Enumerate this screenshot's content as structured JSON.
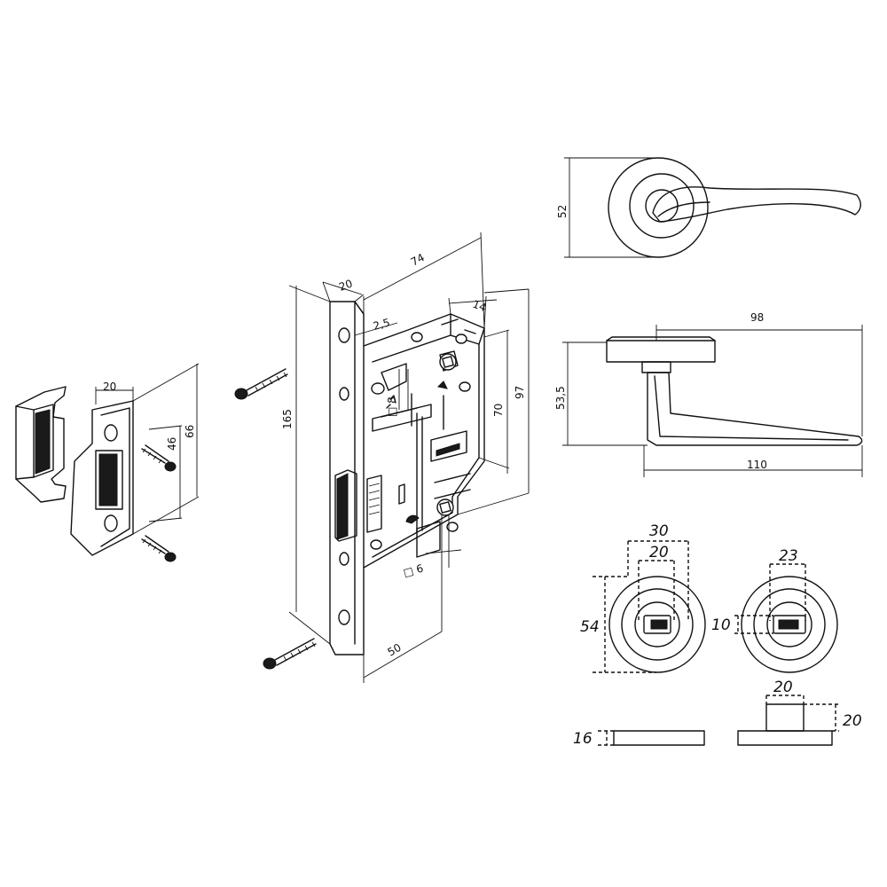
{
  "dimensions": {
    "strike": {
      "width": "20",
      "holes": "46",
      "height": "66"
    },
    "lock": {
      "faceplate_width": "20",
      "body_depth": "74",
      "offset_2_5": "2,5",
      "offset_14": "14",
      "square_8": "8",
      "height_165": "165",
      "height_97": "97",
      "height_70": "70",
      "square_6": "6",
      "backset_50": "50"
    },
    "handle": {
      "rose_52": "52",
      "projection_53_5": "53,5",
      "length_98": "98",
      "length_110": "110"
    },
    "thumbturn": {
      "outer_30": "30",
      "inner_20": "20",
      "diameter_54": "54",
      "slot_23": "23",
      "slot_10": "10",
      "spindle_20_w": "20",
      "spindle_20_h": "20",
      "thickness_16": "16"
    }
  },
  "colors": {
    "line": "#111111",
    "background": "#ffffff"
  }
}
